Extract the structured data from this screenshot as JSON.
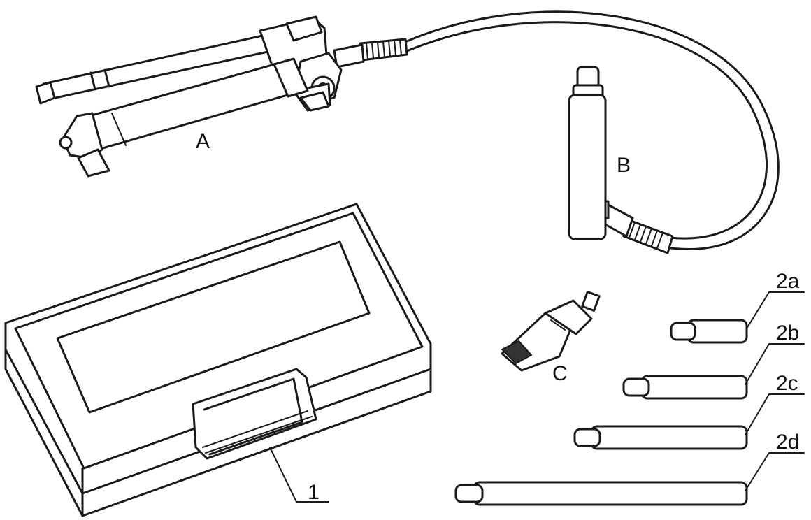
{
  "labels": {
    "pump": "A",
    "cylinder": "B",
    "spreader": "C",
    "case": "1",
    "ext_2a": "2a",
    "ext_2b": "2b",
    "ext_2c": "2c",
    "ext_2d": "2d"
  }
}
